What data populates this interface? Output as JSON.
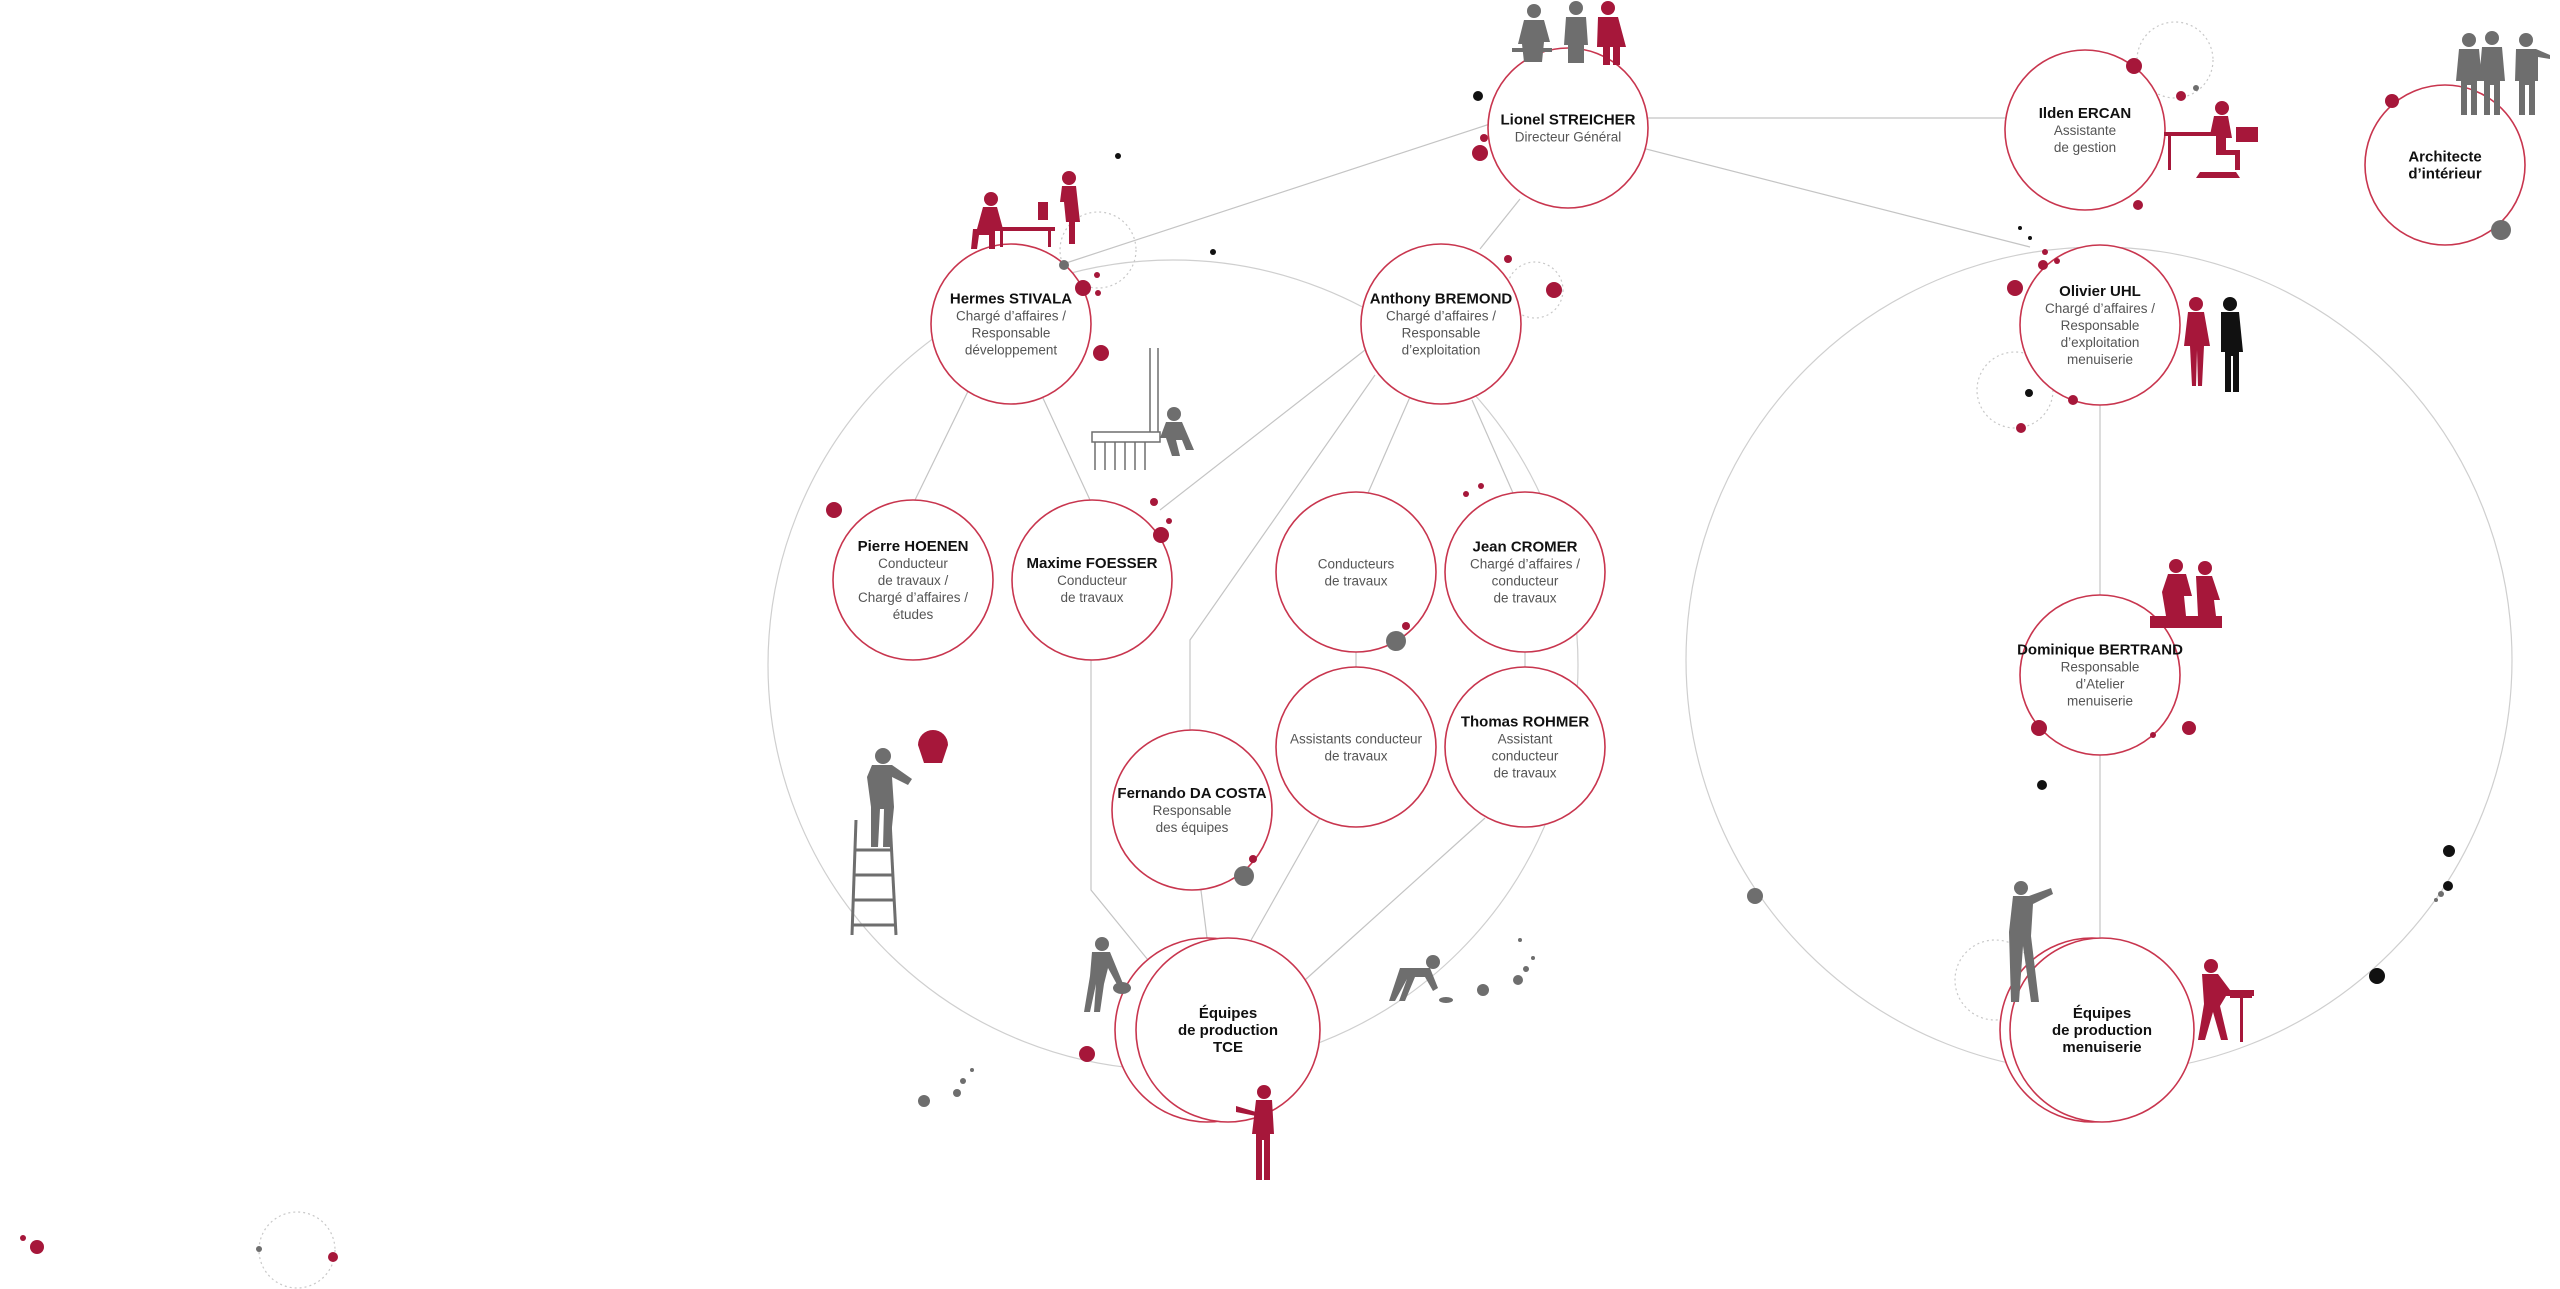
{
  "colors": {
    "accent": "#a6173a",
    "grey": "#6e6e6e",
    "black": "#111111",
    "line": "#c4c4c4",
    "node_stroke": "#c8354e"
  },
  "nodes": [
    {
      "id": "lionel",
      "lines": [
        {
          "text": "Lionel STREICHER",
          "bold": true
        },
        {
          "text": "Directeur Général",
          "bold": false
        }
      ]
    },
    {
      "id": "ilden",
      "lines": [
        {
          "text": "Ilden ERCAN",
          "bold": true
        },
        {
          "text": "Assistante",
          "bold": false
        },
        {
          "text": "de gestion",
          "bold": false
        }
      ]
    },
    {
      "id": "architecte",
      "lines": [
        {
          "text": "Architecte",
          "bold": true
        },
        {
          "text": "d’intérieur",
          "bold": true
        }
      ]
    },
    {
      "id": "hermes",
      "lines": [
        {
          "text": "Hermes STIVALA",
          "bold": true
        },
        {
          "text": "Chargé d’affaires /",
          "bold": false
        },
        {
          "text": "Responsable",
          "bold": false
        },
        {
          "text": "développement",
          "bold": false
        }
      ]
    },
    {
      "id": "anthony",
      "lines": [
        {
          "text": "Anthony BREMOND",
          "bold": true
        },
        {
          "text": "Chargé d’affaires /",
          "bold": false
        },
        {
          "text": "Responsable",
          "bold": false
        },
        {
          "text": "d’exploitation",
          "bold": false
        }
      ]
    },
    {
      "id": "olivier",
      "lines": [
        {
          "text": "Olivier UHL",
          "bold": true
        },
        {
          "text": "Chargé d’affaires /",
          "bold": false
        },
        {
          "text": "Responsable",
          "bold": false
        },
        {
          "text": "d’exploitation",
          "bold": false
        },
        {
          "text": "menuiserie",
          "bold": false
        }
      ]
    },
    {
      "id": "pierre",
      "lines": [
        {
          "text": "Pierre HOENEN",
          "bold": true
        },
        {
          "text": "Conducteur",
          "bold": false
        },
        {
          "text": "de travaux /",
          "bold": false
        },
        {
          "text": "Chargé d’affaires /",
          "bold": false
        },
        {
          "text": "études",
          "bold": false
        }
      ]
    },
    {
      "id": "maxime",
      "lines": [
        {
          "text": "Maxime FOESSER",
          "bold": true
        },
        {
          "text": "Conducteur",
          "bold": false
        },
        {
          "text": "de travaux",
          "bold": false
        }
      ]
    },
    {
      "id": "conducteurs",
      "lines": [
        {
          "text": "Conducteurs",
          "bold": false
        },
        {
          "text": "de travaux",
          "bold": false
        }
      ]
    },
    {
      "id": "jean",
      "lines": [
        {
          "text": "Jean CROMER",
          "bold": true
        },
        {
          "text": "Chargé d’affaires /",
          "bold": false
        },
        {
          "text": "conducteur",
          "bold": false
        },
        {
          "text": "de travaux",
          "bold": false
        }
      ]
    },
    {
      "id": "assistants",
      "lines": [
        {
          "text": "Assistants conducteur",
          "bold": false
        },
        {
          "text": "de travaux",
          "bold": false
        }
      ]
    },
    {
      "id": "thomas",
      "lines": [
        {
          "text": "Thomas ROHMER",
          "bold": true
        },
        {
          "text": "Assistant",
          "bold": false
        },
        {
          "text": "conducteur",
          "bold": false
        },
        {
          "text": "de travaux",
          "bold": false
        }
      ]
    },
    {
      "id": "fernando",
      "lines": [
        {
          "text": "Fernando DA COSTA",
          "bold": true
        },
        {
          "text": "Responsable",
          "bold": false
        },
        {
          "text": "des équipes",
          "bold": false
        }
      ]
    },
    {
      "id": "dominique",
      "lines": [
        {
          "text": "Dominique BERTRAND",
          "bold": true
        },
        {
          "text": "Responsable",
          "bold": false
        },
        {
          "text": "d’Atelier",
          "bold": false
        },
        {
          "text": "menuiserie",
          "bold": false
        }
      ]
    },
    {
      "id": "equipes_tce",
      "lines": [
        {
          "text": "Équipes",
          "bold": true
        },
        {
          "text": "de production",
          "bold": true
        },
        {
          "text": "TCE",
          "bold": true
        }
      ]
    },
    {
      "id": "equipes_menuiserie",
      "lines": [
        {
          "text": "Équipes",
          "bold": true
        },
        {
          "text": "de production",
          "bold": true
        },
        {
          "text": "menuiserie",
          "bold": true
        }
      ]
    }
  ]
}
